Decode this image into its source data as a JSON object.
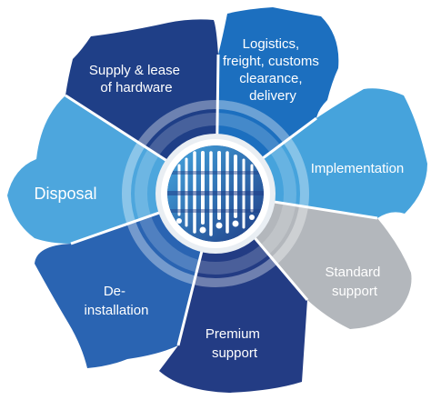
{
  "diagram": {
    "center_logo": "globe-logo-icon",
    "segments": [
      {
        "id": "supply",
        "lines": [
          "Supply & lease",
          "of hardware"
        ],
        "color": "#1f3f87"
      },
      {
        "id": "logistics",
        "lines": [
          "Logistics,",
          "freight, customs",
          "clearance,",
          "delivery"
        ],
        "color": "#1c6fbf"
      },
      {
        "id": "implementation",
        "lines": [
          "Implementation"
        ],
        "color": "#46a3dc"
      },
      {
        "id": "standard-support",
        "lines": [
          "Standard",
          "support"
        ],
        "color": "#b3b7bc"
      },
      {
        "id": "premium-support",
        "lines": [
          "Premium",
          "support"
        ],
        "color": "#233c84"
      },
      {
        "id": "de-installation",
        "lines": [
          "De-",
          "installation"
        ],
        "color": "#2a64b2"
      },
      {
        "id": "disposal",
        "lines": [
          "Disposal"
        ],
        "color": "#4da6dd"
      }
    ],
    "colors": {
      "ring_light": "#e7ecf1",
      "ring_mid": "#c9d9ea",
      "globe_dark": "#1f3d86",
      "globe_light": "#45a7e0",
      "text": "#ffffff"
    }
  }
}
